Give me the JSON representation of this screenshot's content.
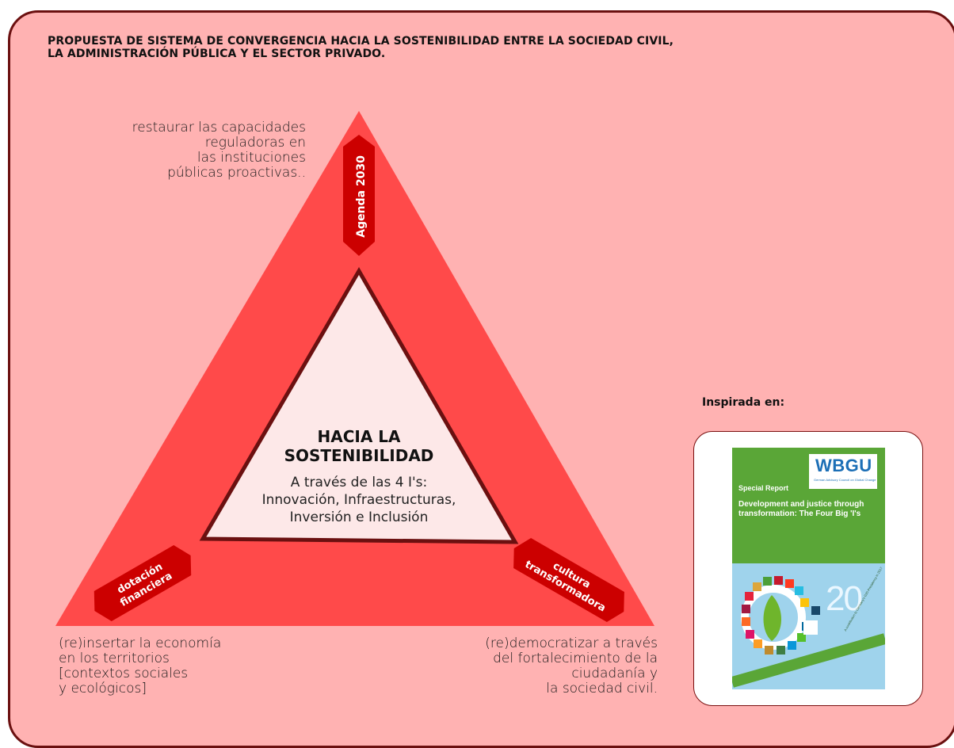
{
  "title": {
    "line1": "PROPUESTA DE SISTEMA DE CONVERGENCIA HACIA LA SOSTENIBILIDAD ENTRE  LA SOCIEDAD CIVIL,",
    "line2": "LA ADMINISTRACIÓN PÚBLICA Y EL SECTOR PRIVADO."
  },
  "triangle": {
    "center_title_1": "HACIA LA",
    "center_title_2": "SOSTENIBILIDAD",
    "center_text_1": "A través de las 4 I's:",
    "center_text_2": "Innovación, Infraestructuras,",
    "center_text_3": "Inversión e Inclusión",
    "tag_top": "Agenda 2030",
    "tag_left_1": "dotación",
    "tag_left_2": "financiera",
    "tag_right_1": "cultura",
    "tag_right_2": "transformadora"
  },
  "notes": {
    "top": [
      "restaurar las capacidades",
      "reguladoras en",
      "las instituciones",
      "públicas proactivas.."
    ],
    "bottom_left": [
      "(re)insertar la economía",
      "en los territorios",
      "[contextos sociales",
      "y ecológicos]"
    ],
    "bottom_right": [
      "(re)democratizar a través",
      "del fortalecimiento de la",
      "ciudadanía y",
      "la sociedad civil."
    ]
  },
  "inspired": {
    "label": "Inspirada en:",
    "logo": "WBGU",
    "logo_sub": "German Advisory Council on Global Change",
    "special": "Special Report",
    "cover_title": "Development and justice through transformation: The Four Big 'I's",
    "big_number": "20",
    "strap": "A contribution to Germany's G20 Presidency in 2017"
  },
  "colors": {
    "panel_bg": "#ffb2b2",
    "panel_border": "#6b1010",
    "triangle_outer": "#ff4a4a",
    "triangle_inner": "#fde8e8",
    "triangle_inner_border": "#6b1010",
    "tag": "#cc0000"
  }
}
